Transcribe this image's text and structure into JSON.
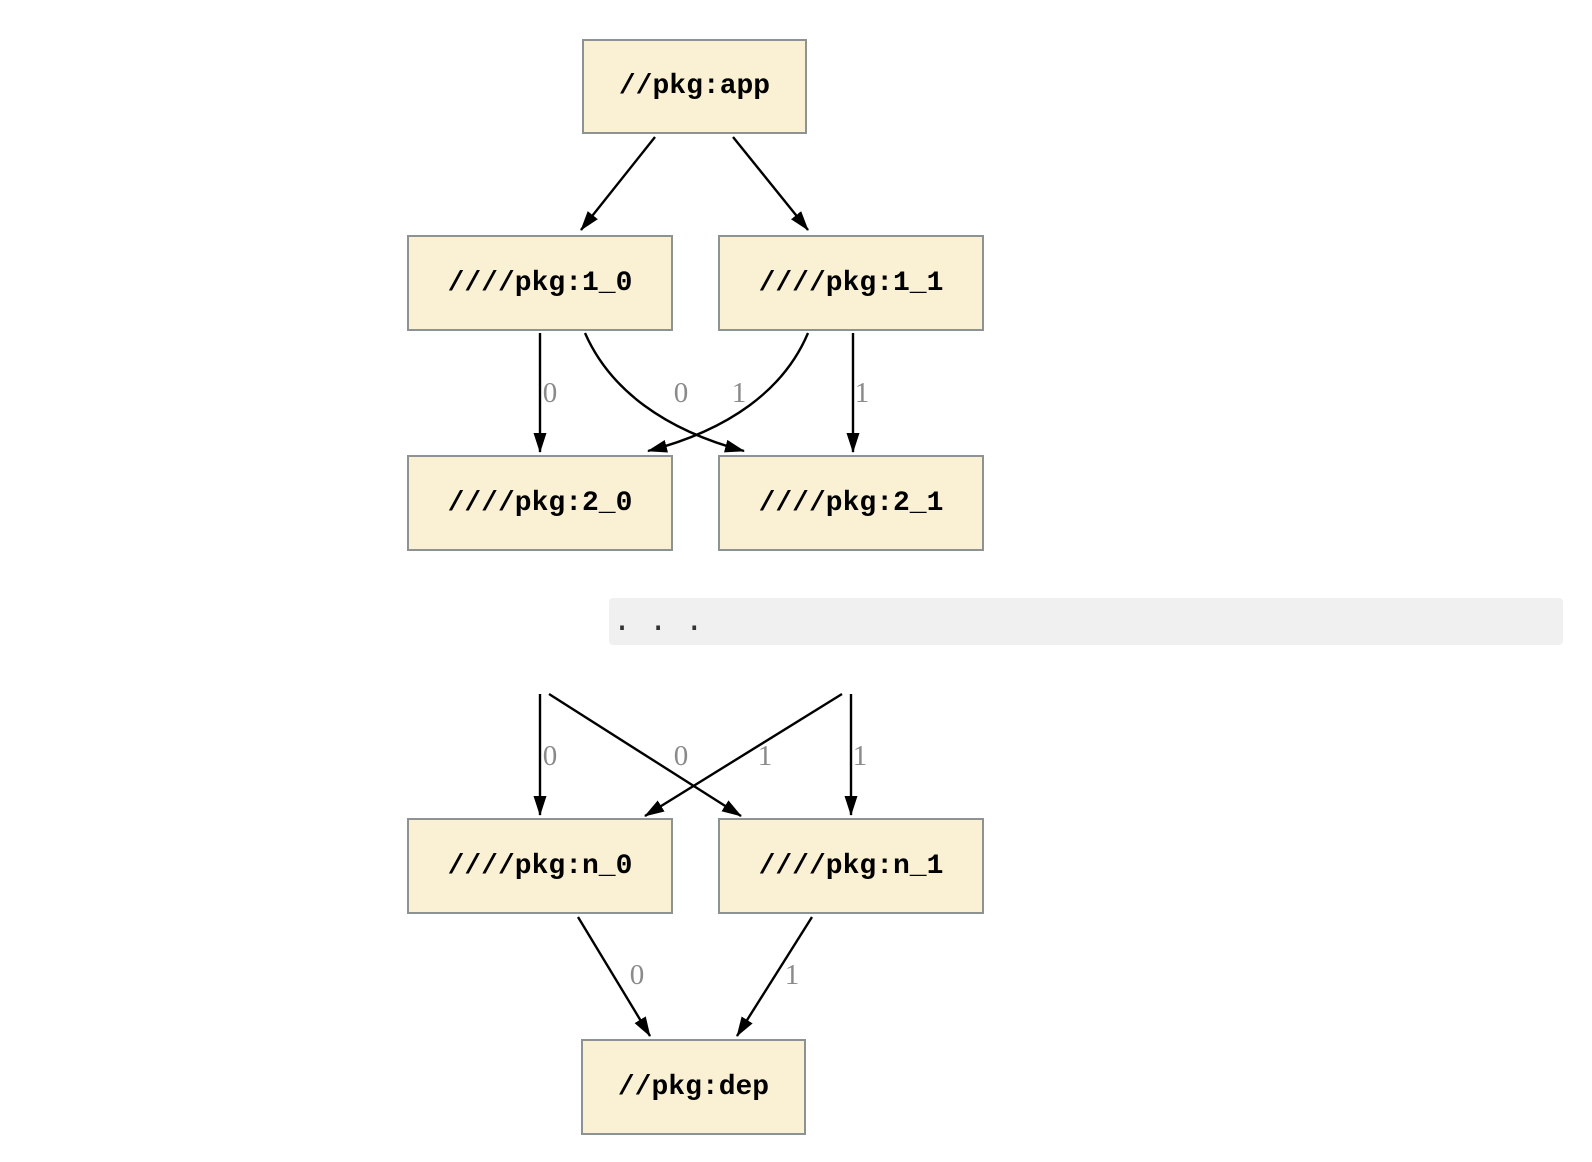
{
  "diagram": {
    "nodes": {
      "app": {
        "label": "//pkg:app"
      },
      "l1_0": {
        "label": "////pkg:1_0"
      },
      "l1_1": {
        "label": "////pkg:1_1"
      },
      "l2_0": {
        "label": "////pkg:2_0"
      },
      "l2_1": {
        "label": "////pkg:2_1"
      },
      "ln_0": {
        "label": "////pkg:n_0"
      },
      "ln_1": {
        "label": "////pkg:n_1"
      },
      "dep": {
        "label": "//pkg:dep"
      }
    },
    "ellipsis": ". . .",
    "edges": [
      {
        "from": "//pkg:app",
        "to": "////pkg:1_0",
        "label": ""
      },
      {
        "from": "//pkg:app",
        "to": "////pkg:1_1",
        "label": ""
      },
      {
        "from": "////pkg:1_0",
        "to": "////pkg:2_0",
        "label": "0"
      },
      {
        "from": "////pkg:1_1",
        "to": "////pkg:2_0",
        "label": "0"
      },
      {
        "from": "////pkg:1_0",
        "to": "////pkg:2_1",
        "label": "1"
      },
      {
        "from": "////pkg:1_1",
        "to": "////pkg:2_1",
        "label": "1"
      },
      {
        "from": "...",
        "to": "////pkg:n_0",
        "label": "0"
      },
      {
        "from": "...",
        "to": "////pkg:n_0",
        "label": "0"
      },
      {
        "from": "...",
        "to": "////pkg:n_1",
        "label": "1"
      },
      {
        "from": "...",
        "to": "////pkg:n_1",
        "label": "1"
      },
      {
        "from": "////pkg:n_0",
        "to": "//pkg:dep",
        "label": "0"
      },
      {
        "from": "////pkg:n_1",
        "to": "//pkg:dep",
        "label": "1"
      }
    ],
    "colors": {
      "node_fill": "#FAF1D4",
      "node_border": "#8D9292",
      "edge": "#000000",
      "edge_label": "#8A8A8A",
      "band_bg": "#F0F0F0",
      "ellipsis_dots": "#333333",
      "node_text": "#000000",
      "page_bg": "#FFFFFF"
    }
  }
}
